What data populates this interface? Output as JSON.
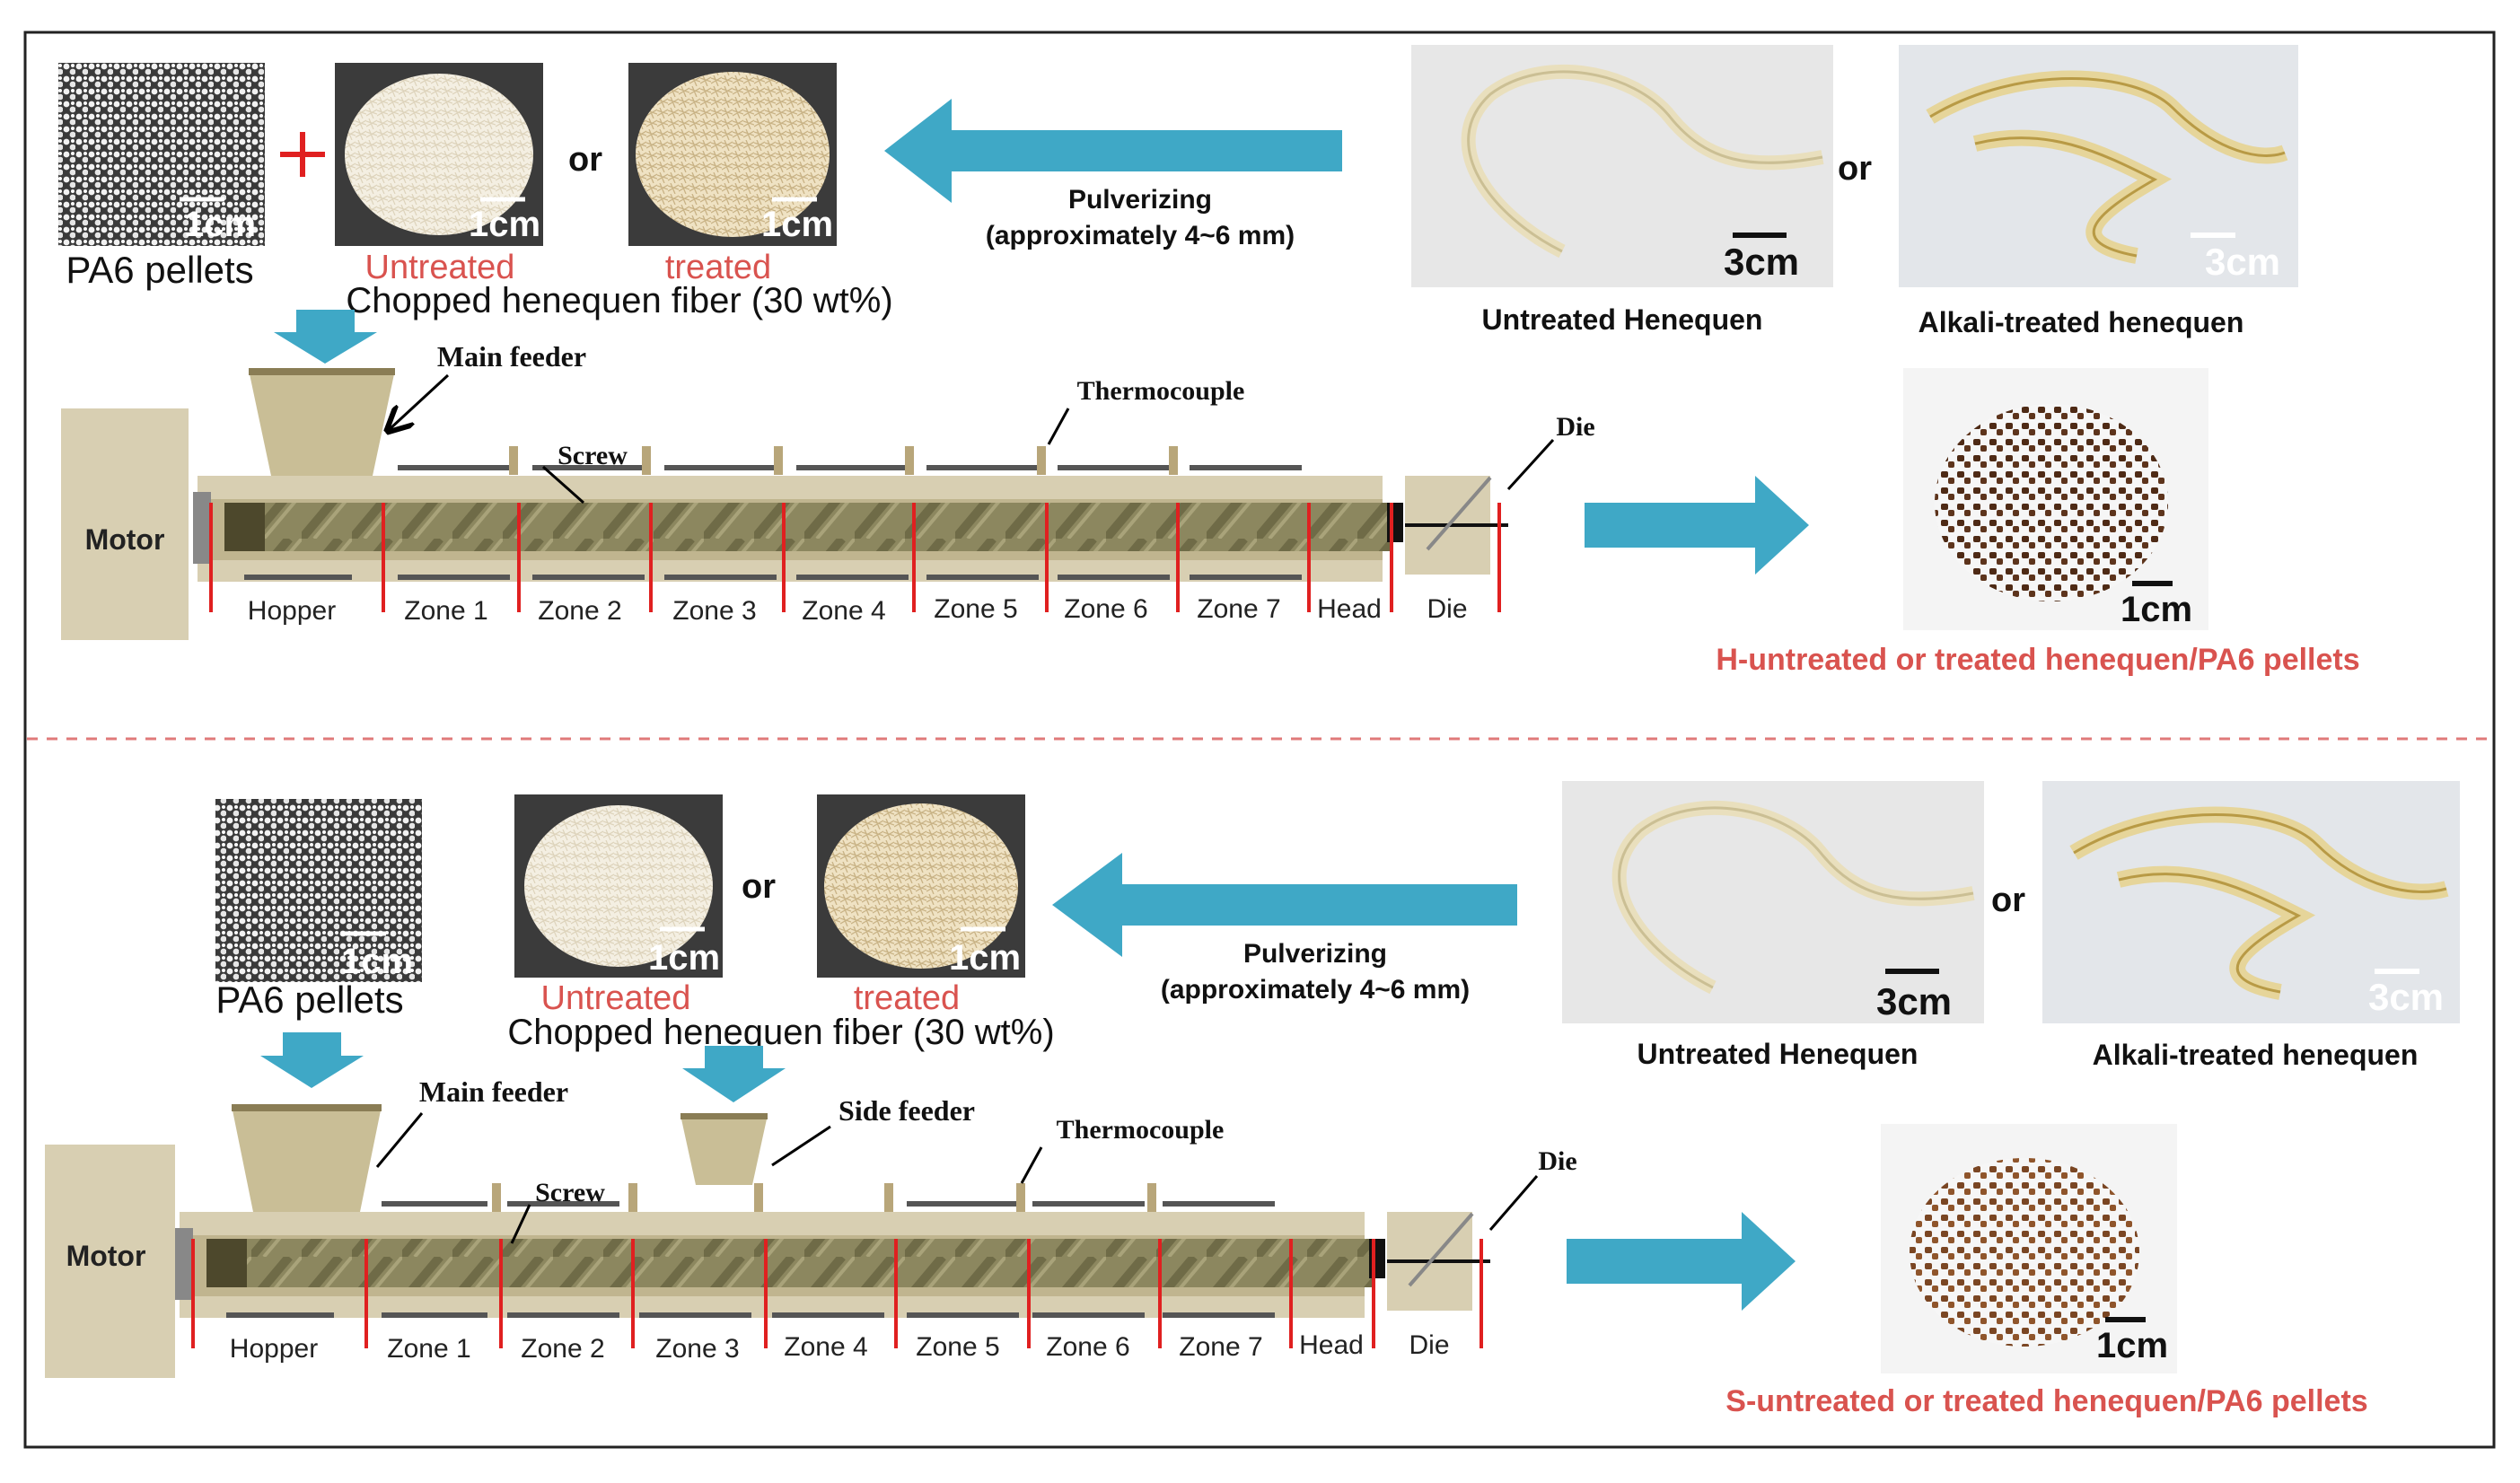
{
  "top": {
    "pa6_label": "PA6 pellets",
    "or_fiber": "or",
    "untreated_label": "Untreated",
    "treated_label": "treated",
    "chopped_label": "Chopped henequen fiber (30 wt%)",
    "scale_small": "1cm",
    "pulverizing": "Pulverizing",
    "pulverizing_range": "(approximately 4~6 mm)",
    "or_raw": "or",
    "untreated_raw_label": "Untreated Henequen",
    "alkali_label": "Alkali-treated henequen",
    "scale_raw": "3cm",
    "main_feeder": "Main feeder",
    "screw": "Screw",
    "thermocouple": "Thermocouple",
    "die_callout": "Die",
    "motor": "Motor",
    "zones": [
      "Hopper",
      "Zone 1",
      "Zone 2",
      "Zone 3",
      "Zone 4",
      "Zone 5",
      "Zone 6",
      "Zone 7",
      "Head",
      "Die"
    ],
    "product_scale": "1cm",
    "product_label": "H-untreated or treated henequen/PA6 pellets"
  },
  "bottom": {
    "pa6_label": "PA6 pellets",
    "or_fiber": "or",
    "untreated_label": "Untreated",
    "treated_label": "treated",
    "chopped_label": "Chopped henequen fiber (30 wt%)",
    "scale_small": "1cm",
    "pulverizing": "Pulverizing",
    "pulverizing_range": "(approximately 4~6 mm)",
    "or_raw": "or",
    "untreated_raw_label": "Untreated Henequen",
    "alkali_label": "Alkali-treated henequen",
    "scale_raw": "3cm",
    "main_feeder": "Main feeder",
    "side_feeder": "Side feeder",
    "screw": "Screw",
    "thermocouple": "Thermocouple",
    "die_callout": "Die",
    "motor": "Motor",
    "zones": [
      "Hopper",
      "Zone 1",
      "Zone 2",
      "Zone 3",
      "Zone 4",
      "Zone 5",
      "Zone 6",
      "Zone 7",
      "Head",
      "Die"
    ],
    "product_scale": "1cm",
    "product_label": "S-untreated or treated henequen/PA6 pellets"
  },
  "colors": {
    "arrow": "#3fa8c6",
    "machine": "#d8cfb2",
    "barrel": "#bfb48d",
    "screw": "#8f8a5e",
    "zone_line": "#e02020",
    "label_red": "#d9534f",
    "divider": "#e07a7a"
  }
}
